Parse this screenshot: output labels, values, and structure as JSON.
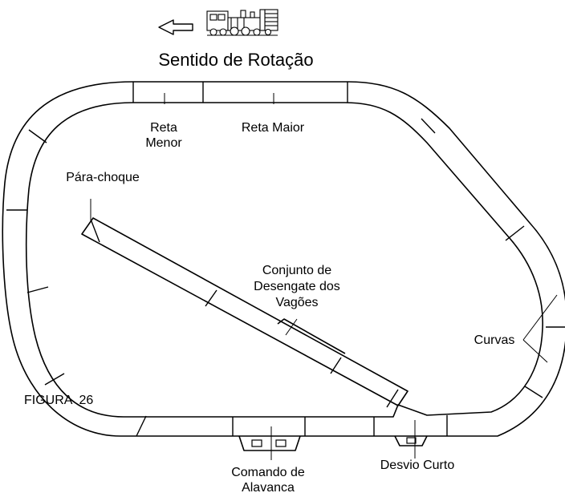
{
  "title": "Sentido de Rotação",
  "figure_label": "FIGURA  26",
  "labels": {
    "reta_menor": [
      "Reta",
      "Menor"
    ],
    "reta_maior": "Reta Maior",
    "para_choque": "Pára-choque",
    "conjunto": [
      "Conjunto de",
      "Desengate dos",
      "Vagões"
    ],
    "curvas": "Curvas",
    "comando": [
      "Comando de",
      "Alavanca"
    ],
    "desvio": "Desvio Curto"
  },
  "icons": {
    "direction_arrow": "left-arrow-icon",
    "locomotive": "steam-locomotive-icon"
  }
}
